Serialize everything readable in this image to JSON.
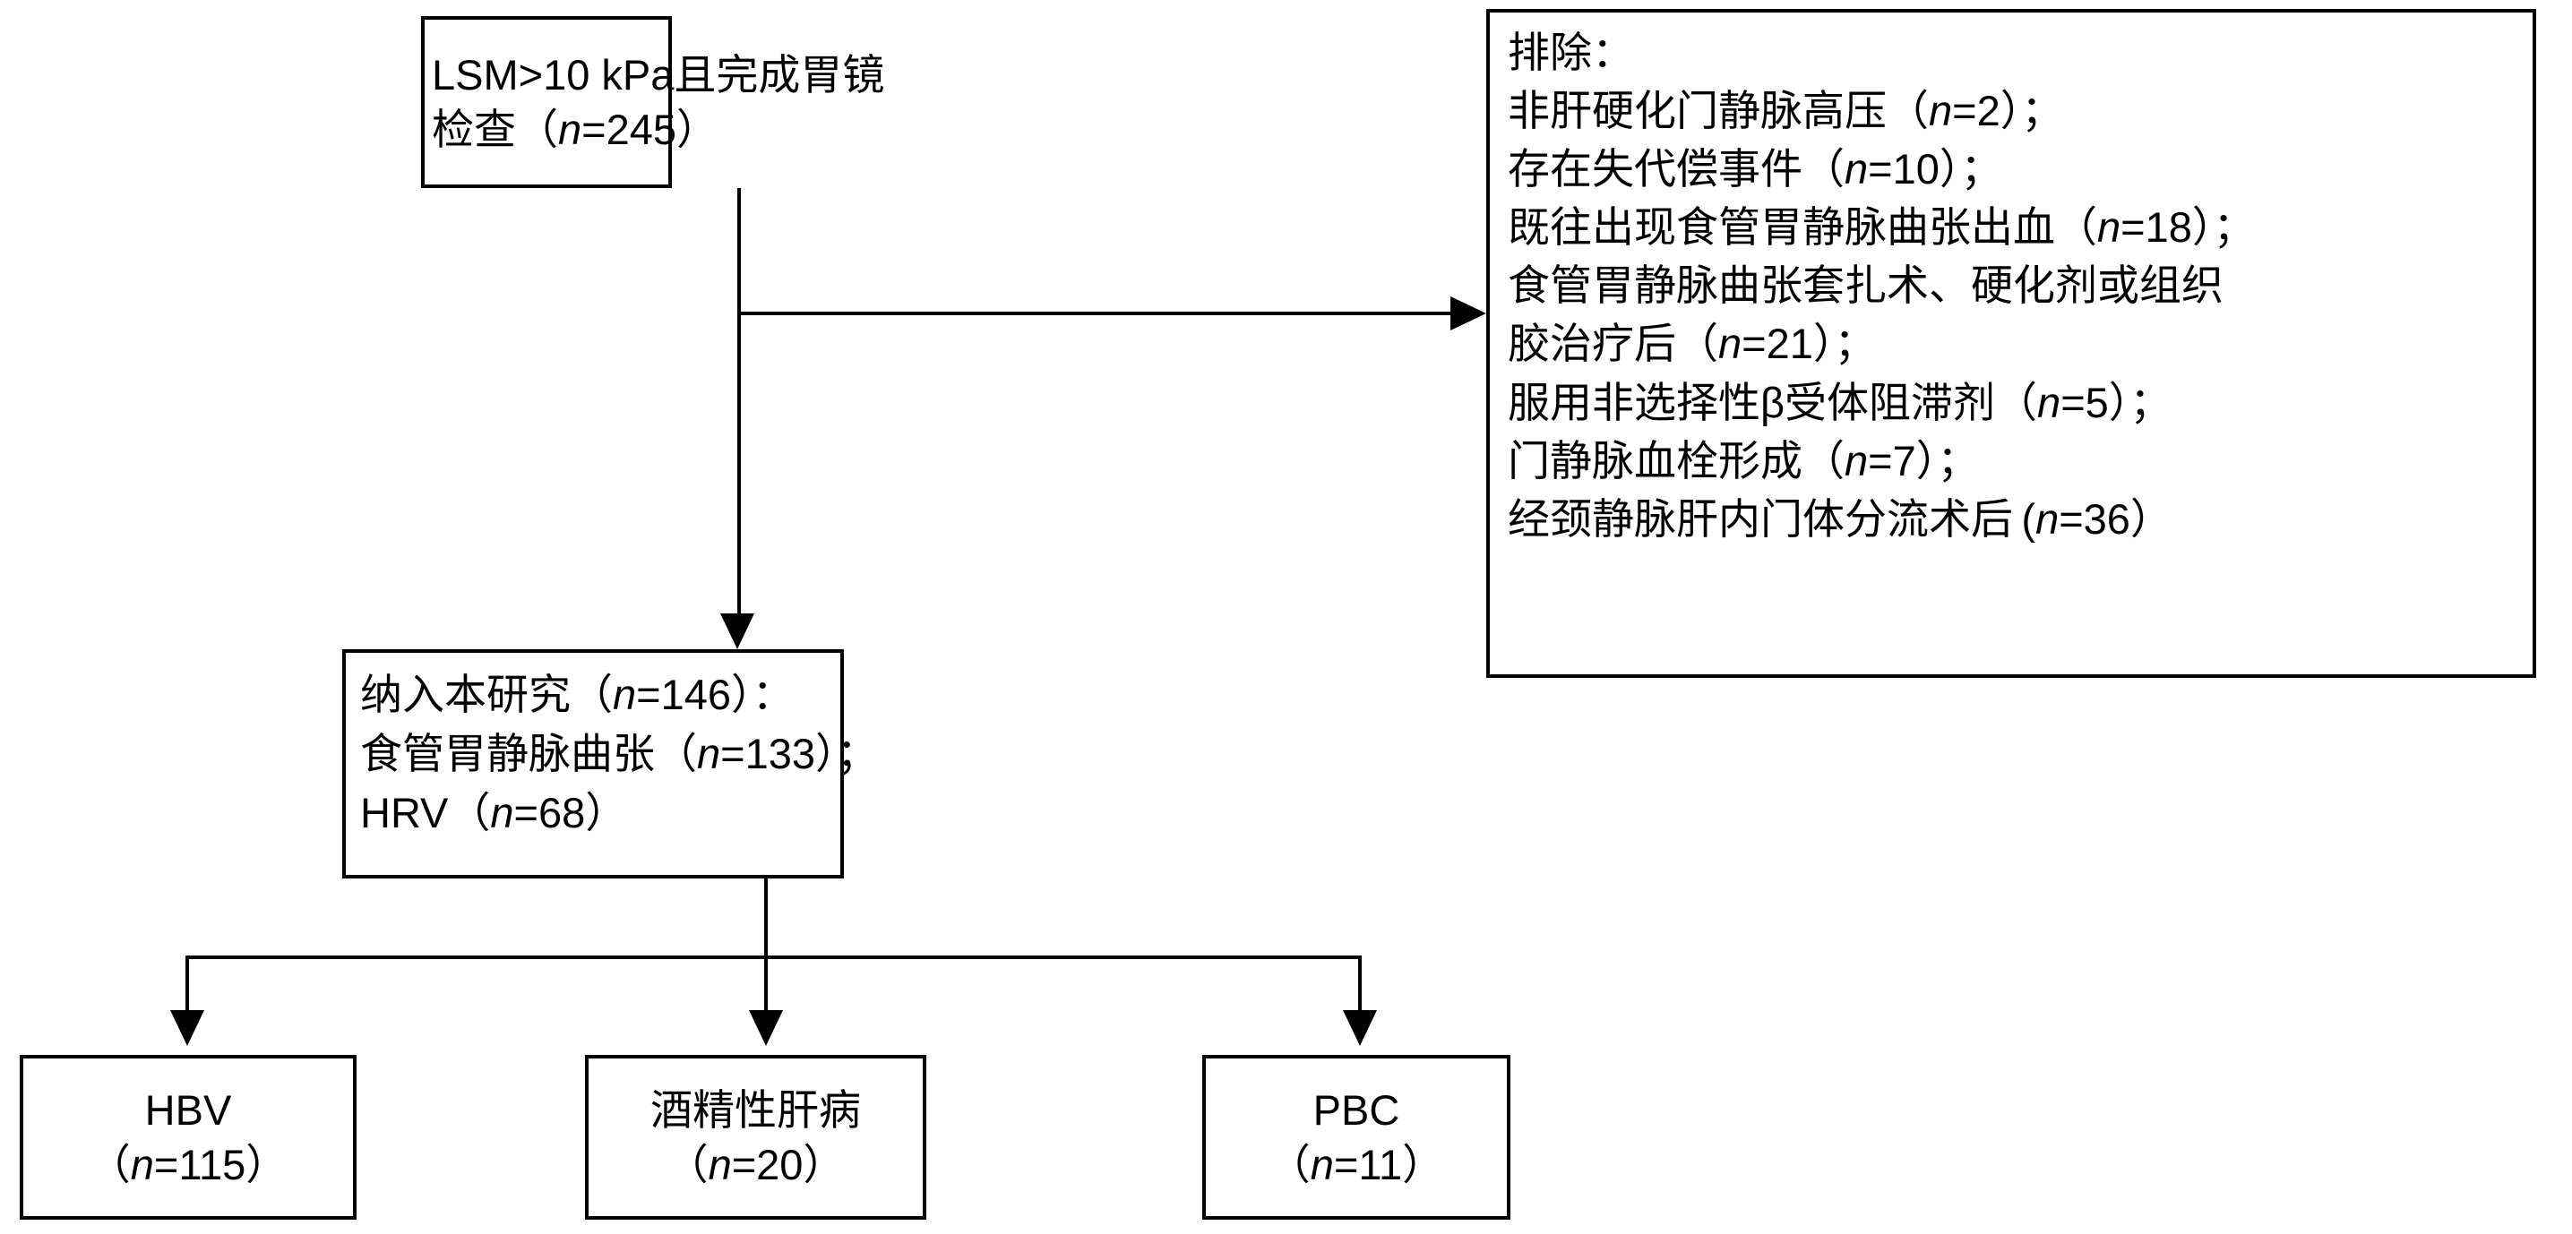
{
  "diagram": {
    "type": "flowchart",
    "title": "Study enrollment flow chart",
    "colors": {
      "stroke": "#000000",
      "background": "#ffffff",
      "text": "#000000"
    },
    "nodes": {
      "screened": {
        "id": "screened",
        "lines": [
          "LSM>10 kPa且完成胃镜",
          "检查（n=245）"
        ],
        "count": 245
      },
      "excluded": {
        "id": "excluded",
        "heading": "排除：",
        "lines": [
          "排除：",
          "非肝硬化门静脉高压（n=2）；",
          "存在失代偿事件（n=10）；",
          "既往出现食管胃静脉曲张出血（n=18）；",
          "食管胃静脉曲张套扎术、硬化剂或组织",
          "胶治疗后（n=21）；",
          "服用非选择性β受体阻滞剂（n=5）；",
          "门静脉血栓形成（n=7）；",
          "经颈静脉肝内门体分流术后(n=36）"
        ],
        "items": [
          {
            "label": "非肝硬化门静脉高压",
            "n": 2
          },
          {
            "label": "存在失代偿事件",
            "n": 10
          },
          {
            "label": "既往出现食管胃静脉曲张出血",
            "n": 18
          },
          {
            "label": "食管胃静脉曲张套扎术、硬化剂或组织胶治疗后",
            "n": 21
          },
          {
            "label": "服用非选择性β受体阻滞剂",
            "n": 5
          },
          {
            "label": "门静脉血栓形成",
            "n": 7
          },
          {
            "label": "经颈静脉肝内门体分流术后",
            "n": 36
          }
        ]
      },
      "included": {
        "id": "included",
        "lines": [
          "纳入本研究（n=146）：",
          "食管胃静脉曲张（n=133）；",
          "HRV（n=68）"
        ],
        "count": 146,
        "subitems": [
          {
            "label": "食管胃静脉曲张",
            "n": 133
          },
          {
            "label": "HRV",
            "n": 68
          }
        ]
      },
      "hbv": {
        "id": "hbv",
        "lines": [
          "HBV",
          "（n=115）"
        ],
        "label": "HBV",
        "count": 115
      },
      "ald": {
        "id": "ald",
        "lines": [
          "酒精性肝病",
          "（n=20）"
        ],
        "label": "酒精性肝病",
        "count": 20
      },
      "pbc": {
        "id": "pbc",
        "lines": [
          "PBC",
          "（n=11）"
        ],
        "label": "PBC",
        "count": 11
      }
    },
    "edges": [
      {
        "from": "screened",
        "to": "excluded",
        "direction": "right"
      },
      {
        "from": "screened",
        "to": "included",
        "direction": "down"
      },
      {
        "from": "included",
        "to": "hbv",
        "direction": "down"
      },
      {
        "from": "included",
        "to": "ald",
        "direction": "down"
      },
      {
        "from": "included",
        "to": "pbc",
        "direction": "down"
      }
    ]
  }
}
